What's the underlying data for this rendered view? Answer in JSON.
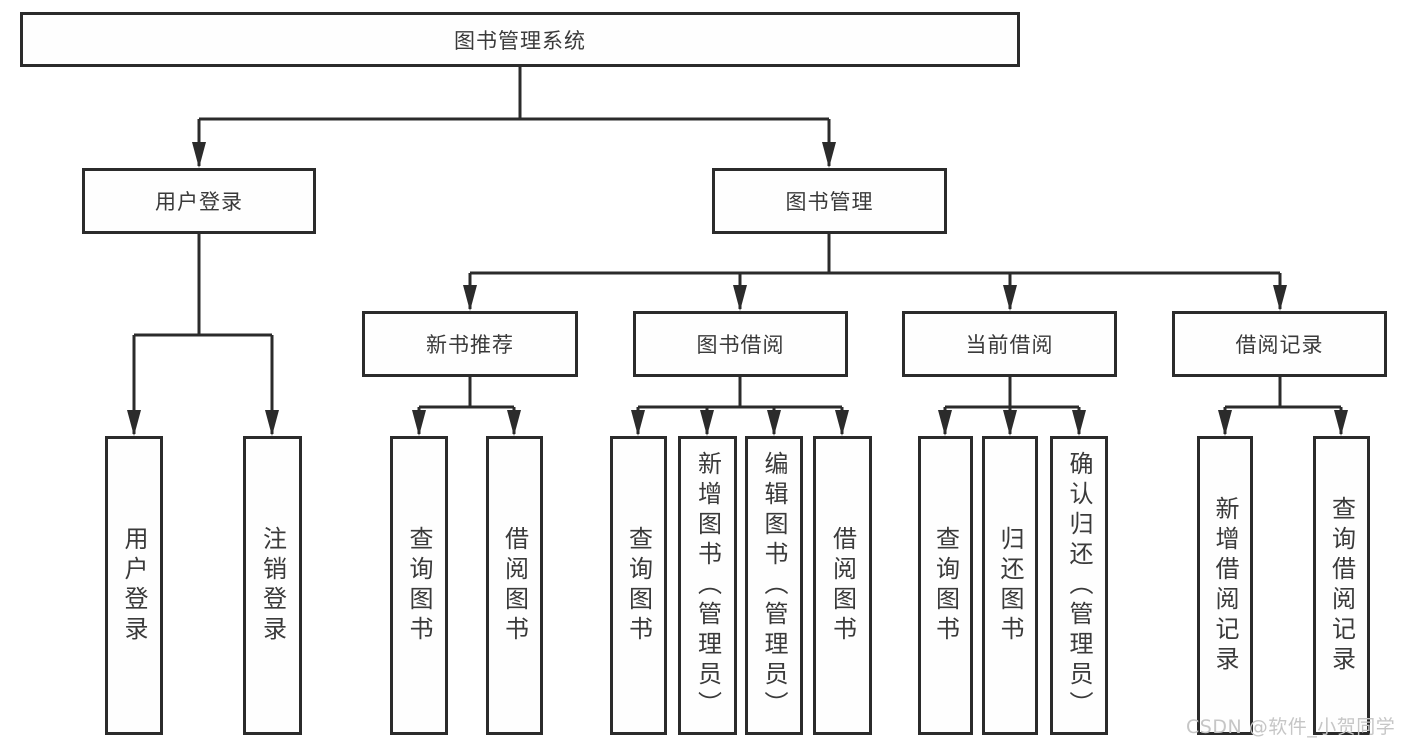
{
  "diagram": {
    "root": {
      "label": "图书管理系统",
      "children": [
        {
          "label": "用户登录",
          "children": [
            {
              "label": "用户登录"
            },
            {
              "label": "注销登录"
            }
          ]
        },
        {
          "label": "图书管理",
          "children": [
            {
              "label": "新书推荐",
              "children": [
                {
                  "label": "查询图书"
                },
                {
                  "label": "借阅图书"
                }
              ]
            },
            {
              "label": "图书借阅",
              "children": [
                {
                  "label": "查询图书"
                },
                {
                  "label": "新增图书（管理员）"
                },
                {
                  "label": "编辑图书（管理员）"
                },
                {
                  "label": "借阅图书"
                }
              ]
            },
            {
              "label": "当前借阅",
              "children": [
                {
                  "label": "查询图书"
                },
                {
                  "label": "归还图书"
                },
                {
                  "label": "确认归还（管理员）"
                }
              ]
            },
            {
              "label": "借阅记录",
              "children": [
                {
                  "label": "新增借阅记录"
                },
                {
                  "label": "查询借阅记录"
                }
              ]
            }
          ]
        }
      ]
    },
    "watermark": "CSDN @软件_小贺同学",
    "colors": {
      "line": "#2b2b2b",
      "box_border": "#2b2b2b",
      "text": "#3a3a3a",
      "watermark": "#c6c6c6",
      "background": "#ffffff"
    }
  }
}
